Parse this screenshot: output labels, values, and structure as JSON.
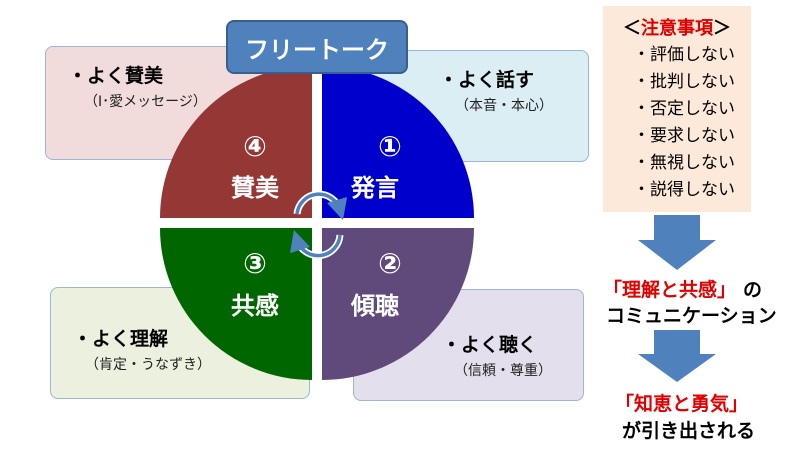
{
  "free_talk": "フリートーク",
  "boxes": {
    "top_left": {
      "title": "・よく賛美",
      "sub": "（I･愛メッセージ）"
    },
    "top_right": {
      "title": "・よく話す",
      "sub": "（本音・本心）"
    },
    "bottom_left": {
      "title": "・よく理解",
      "sub": "（肯定・うなずき）"
    },
    "bottom_right": {
      "title": "・よく聴く",
      "sub": "（信頼・尊重）"
    }
  },
  "quadrants": [
    {
      "num": "①",
      "label": "発言",
      "color": "#0000cc"
    },
    {
      "num": "②",
      "label": "傾聴",
      "color": "#604a7b"
    },
    {
      "num": "③",
      "label": "共感",
      "color": "#006600"
    },
    {
      "num": "④",
      "label": "賛美",
      "color": "#953735"
    }
  ],
  "notes": {
    "bracket_left": "＜",
    "title": "注意事項",
    "bracket_right": "＞",
    "items": [
      "・評価しない",
      "・批判しない",
      "・否定しない",
      "・要求しない",
      "・無視しない",
      "・説得しない"
    ]
  },
  "result1": {
    "red": "「理解と共感」",
    "suffix": "の",
    "line2": "コミュニケーション"
  },
  "result2": {
    "red": "「知恵と勇気」",
    "line2": "が引き出される"
  },
  "colors": {
    "arrow": "#4f81bd",
    "notes_bg": "#fde9d9",
    "accent_red": "#e00000"
  }
}
